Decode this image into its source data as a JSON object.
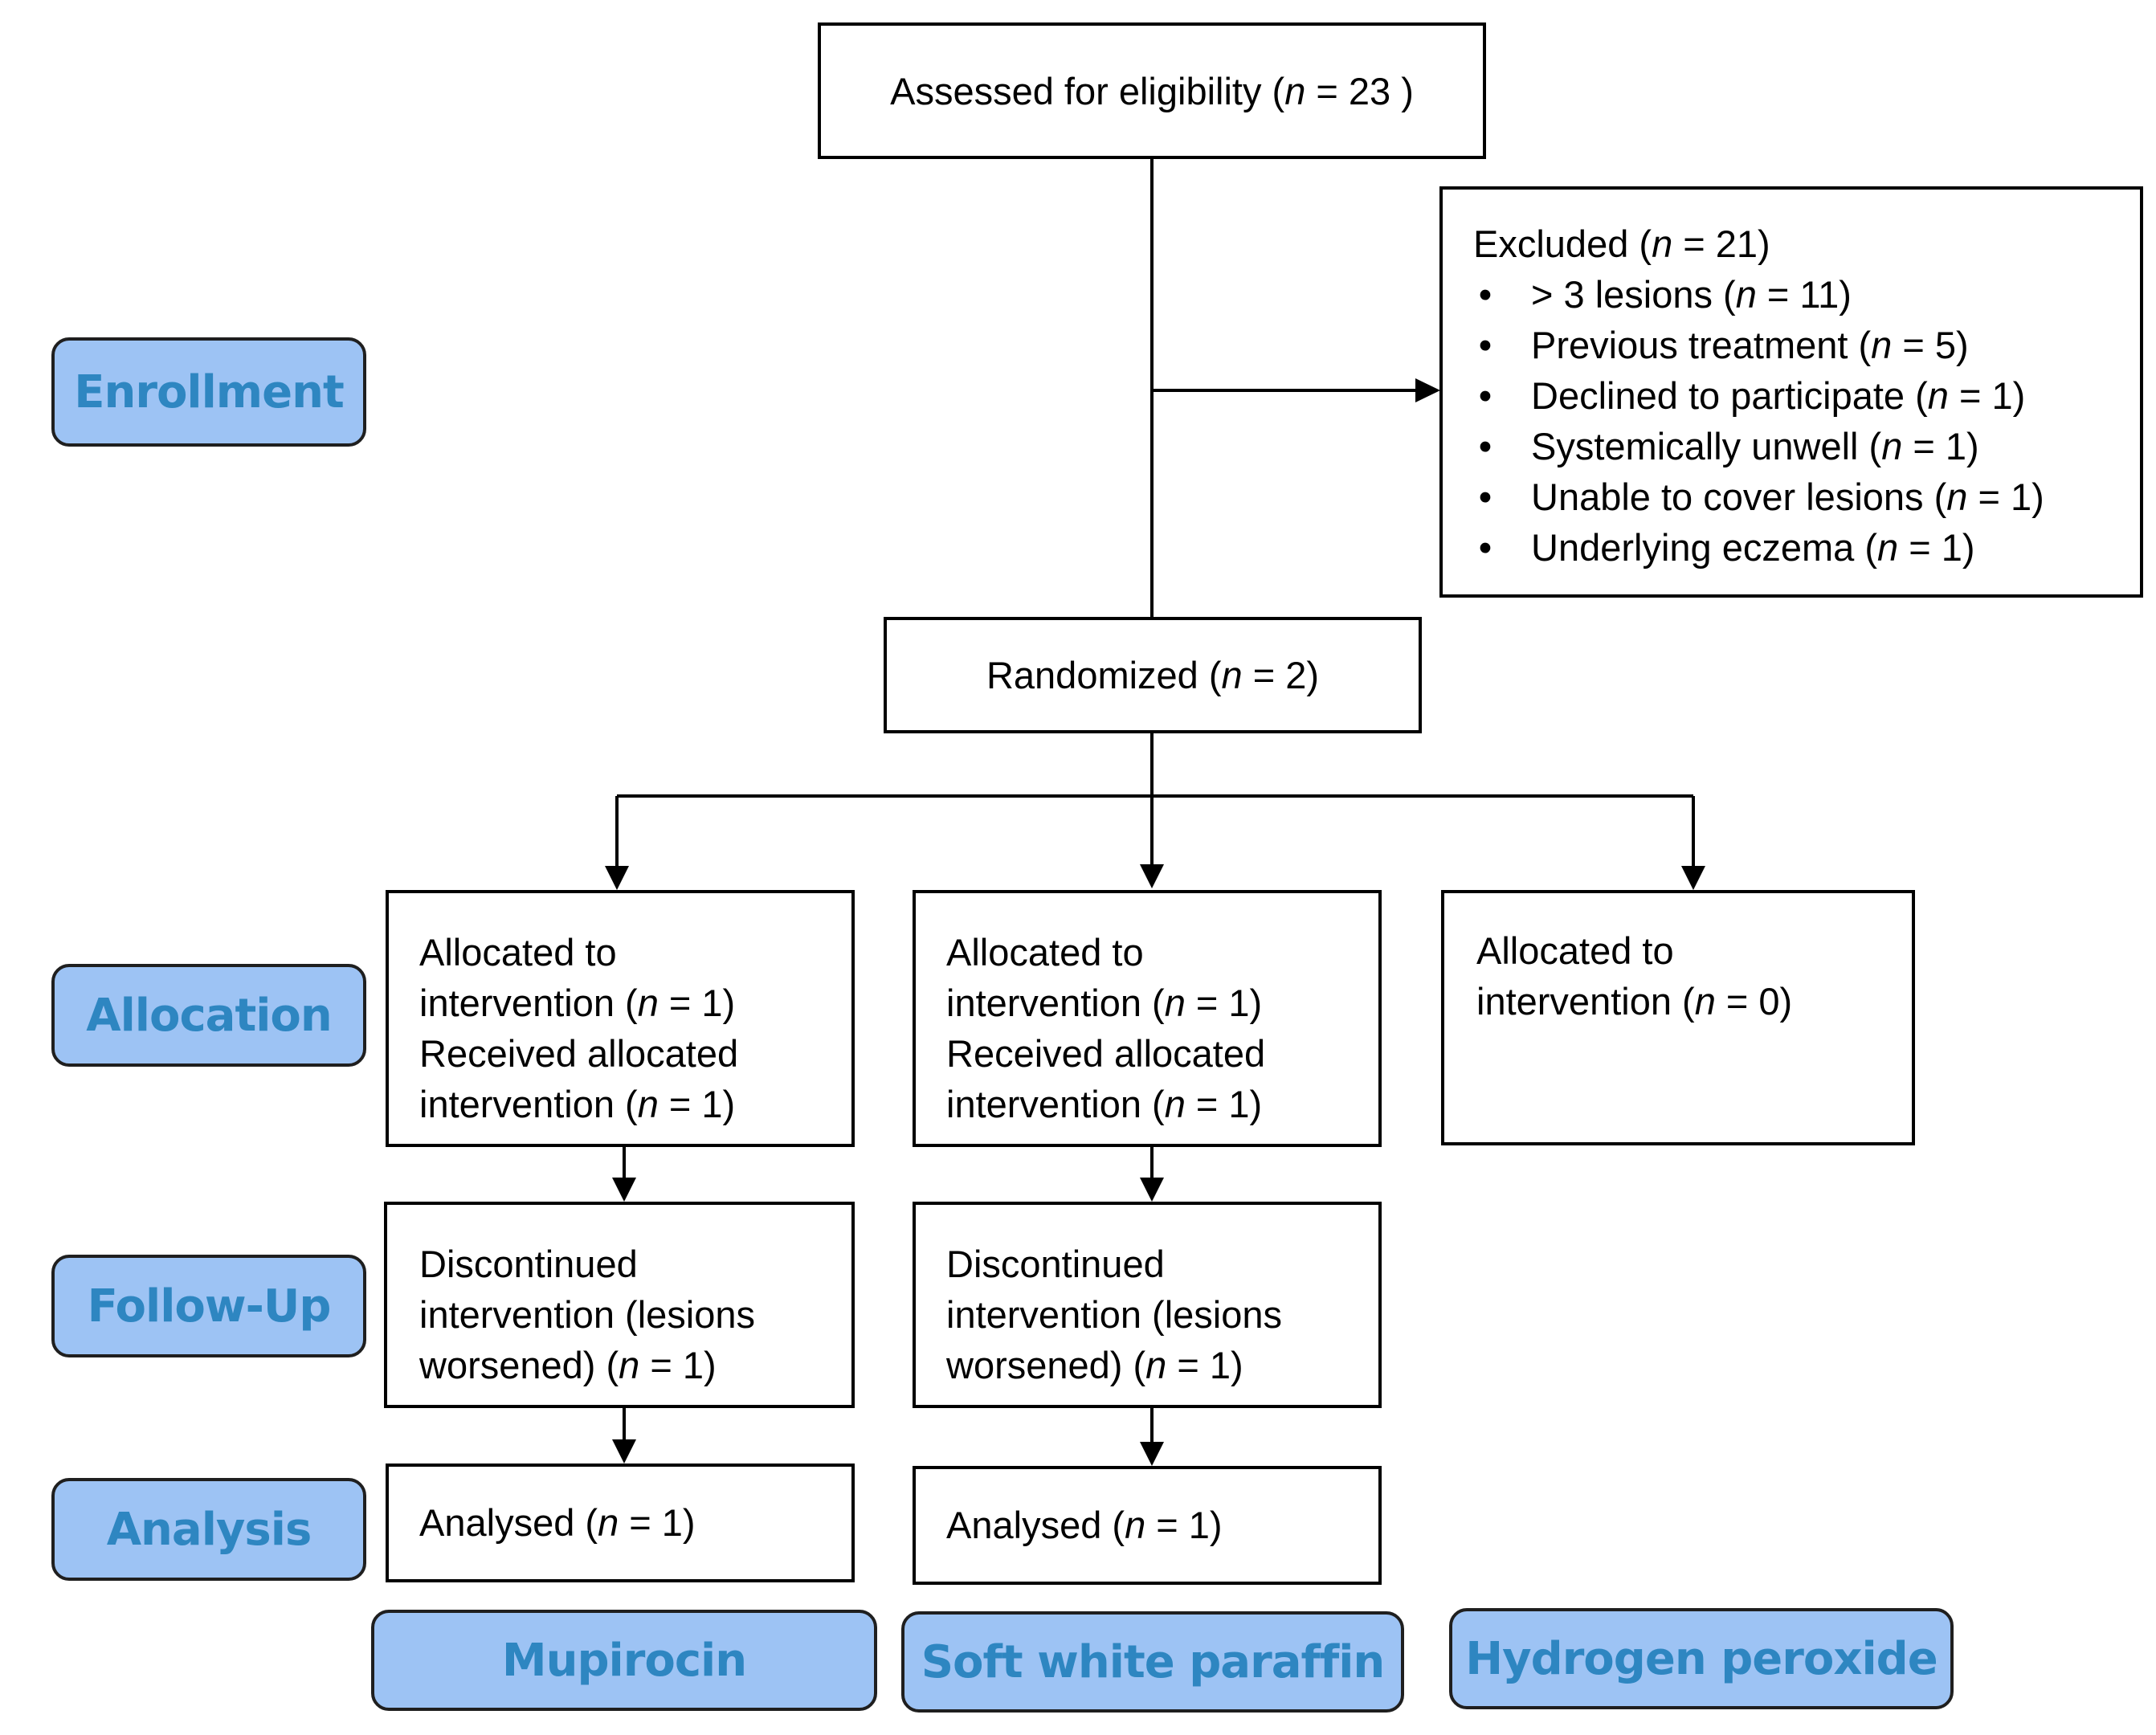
{
  "colors": {
    "label_fill": "#9dc3f4",
    "label_text": "#2e86c1",
    "line": "#000000"
  },
  "stages": {
    "enrollment": "Enrollment",
    "allocation": "Allocation",
    "follow_up": "Follow-Up",
    "analysis": "Analysis"
  },
  "assessed": {
    "prefix": "Assessed for eligibility (",
    "n": "n",
    "suffix": " = 23 )"
  },
  "excluded": {
    "header": {
      "prefix": "Excluded  (",
      "n": "n",
      "suffix": " = 21)"
    },
    "bullet": "•",
    "items": [
      {
        "prefix": "> 3 lesions (",
        "n": "n",
        "suffix": " = 11)"
      },
      {
        "prefix": "Previous treatment (",
        "n": "n",
        "suffix": " = 5)"
      },
      {
        "prefix": "Declined to participate (",
        "n": "n",
        "suffix": " = 1)"
      },
      {
        "prefix": "Systemically unwell (",
        "n": "n",
        "suffix": " = 1)"
      },
      {
        "prefix": "Unable to cover lesions (",
        "n": "n",
        "suffix": " = 1)"
      },
      {
        "prefix": "Underlying eczema (",
        "n": "n",
        "suffix": " = 1)"
      }
    ]
  },
  "randomized": {
    "prefix": "Randomized (",
    "n": "n",
    "suffix": " = 2)"
  },
  "arms": [
    {
      "allocation": [
        {
          "text": "Allocated to"
        },
        {
          "prefix": "intervention (",
          "n": "n",
          "suffix": " = 1)"
        },
        {
          "text": "Received allocated"
        },
        {
          "prefix": "intervention (",
          "n": "n",
          "suffix": " = 1)"
        }
      ],
      "followup": [
        {
          "text": "Discontinued"
        },
        {
          "text": "intervention (lesions"
        },
        {
          "prefix": "worsened) (",
          "n": "n",
          "suffix": " = 1)"
        }
      ],
      "analysis": {
        "prefix": "Analysed  (",
        "n": "n",
        "suffix": " = 1)"
      },
      "name": "Mupirocin"
    },
    {
      "allocation": [
        {
          "text": "Allocated to"
        },
        {
          "prefix": "intervention (",
          "n": "n",
          "suffix": " = 1)"
        },
        {
          "text": "Received allocated"
        },
        {
          "prefix": "intervention (",
          "n": "n",
          "suffix": " = 1)"
        }
      ],
      "followup": [
        {
          "text": "Discontinued"
        },
        {
          "text": "intervention (lesions"
        },
        {
          "prefix": "worsened) (",
          "n": "n",
          "suffix": " = 1)"
        }
      ],
      "analysis": {
        "prefix": "Analysed  (",
        "n": "n",
        "suffix": " = 1)"
      },
      "name": "Soft white paraffin"
    },
    {
      "allocation": [
        {
          "text": "Allocated to"
        },
        {
          "prefix": "intervention (",
          "n": "n",
          "suffix": " = 0)"
        }
      ],
      "name": "Hydrogen peroxide"
    }
  ]
}
